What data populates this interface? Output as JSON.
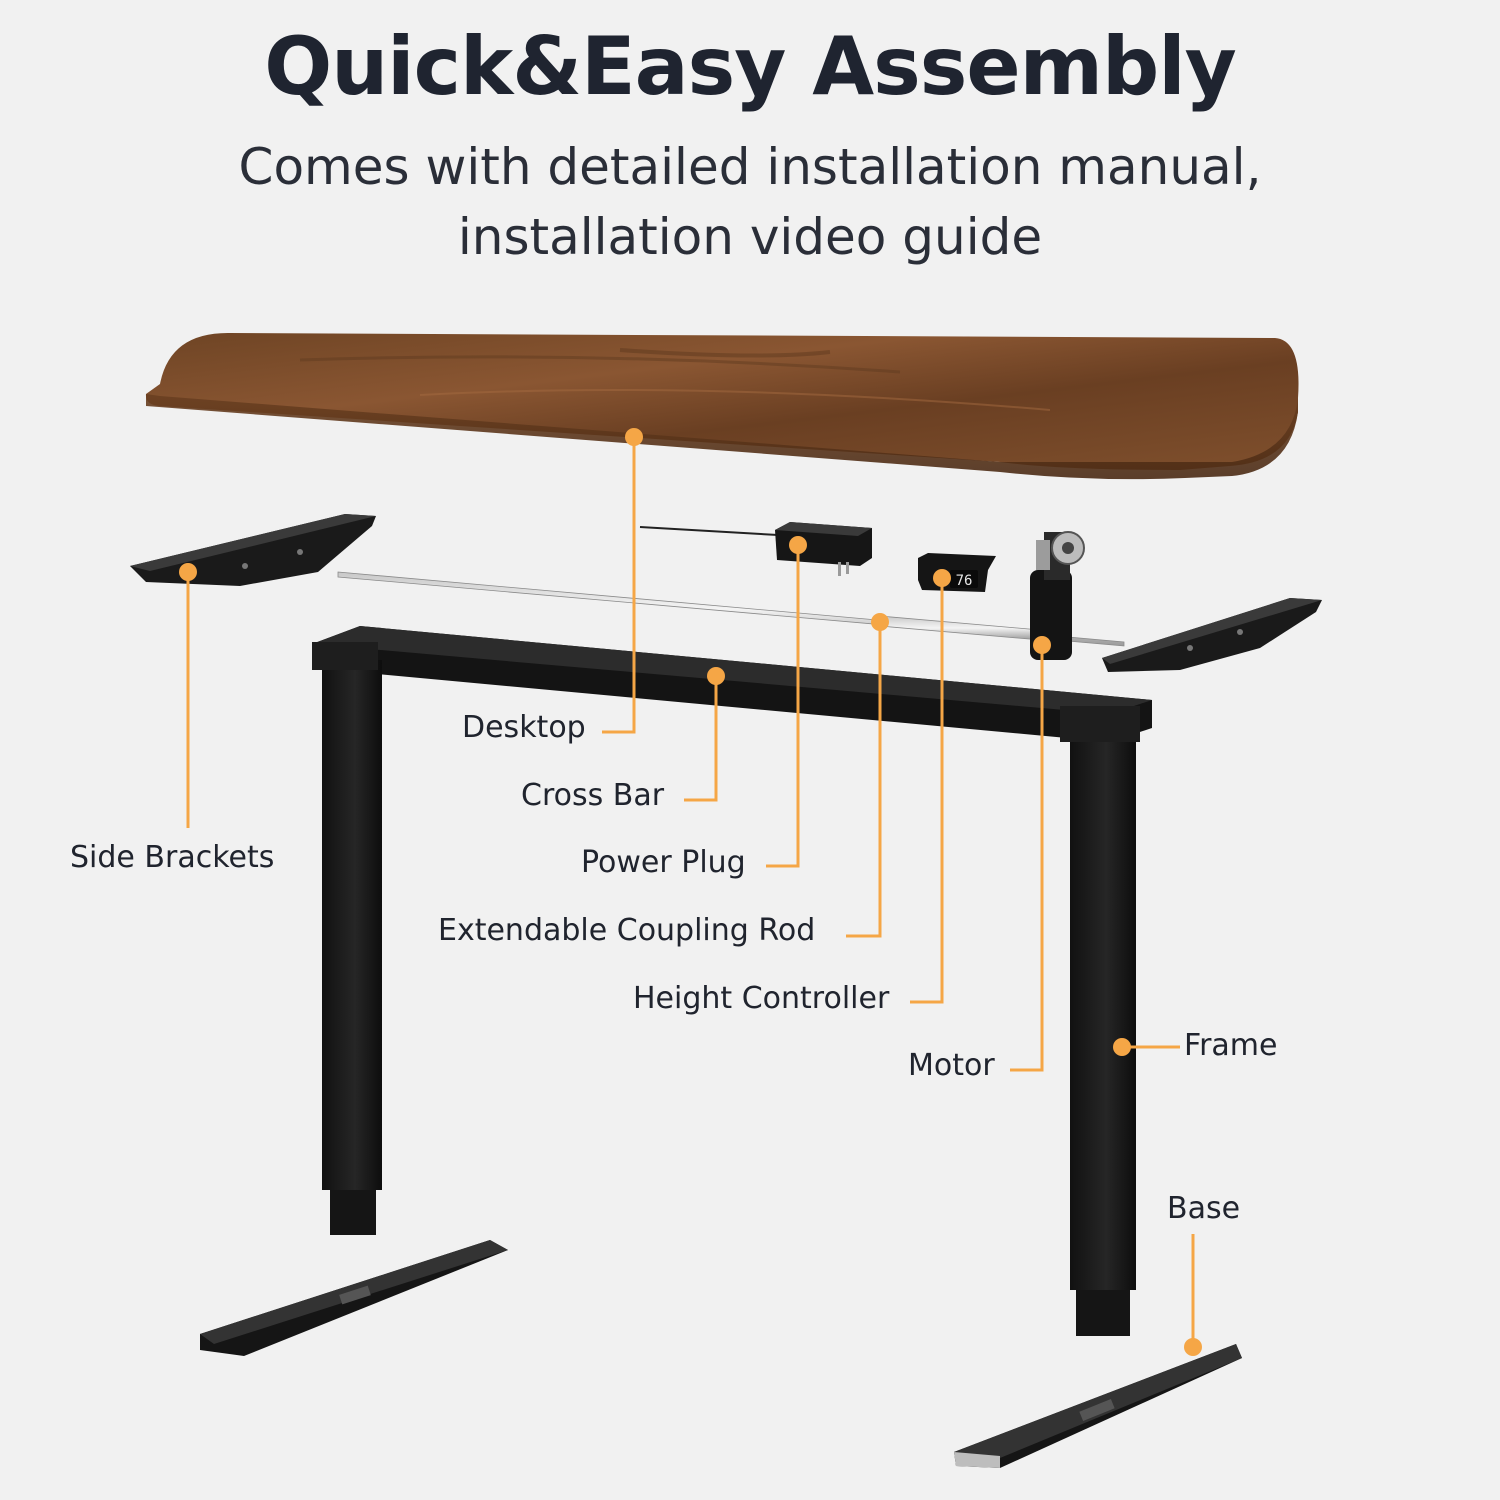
{
  "header": {
    "title": "Quick&Easy Assembly",
    "subtitle_line1": "Comes with detailed installation manual,",
    "subtitle_line2": "installation video guide"
  },
  "controller": {
    "display_value": "76"
  },
  "labels": {
    "desktop": "Desktop",
    "cross_bar": "Cross Bar",
    "power_plug": "Power Plug",
    "coupling_rod": "Extendable Coupling Rod",
    "height_controller": "Height Controller",
    "motor": "Motor",
    "side_brackets": "Side Brackets",
    "frame": "Frame",
    "base": "Base"
  },
  "colors": {
    "background": "#f1f1f1",
    "callout": "#f5a646",
    "desktop_wood": "#7a4a28",
    "frame_black": "#1c1c1c"
  }
}
